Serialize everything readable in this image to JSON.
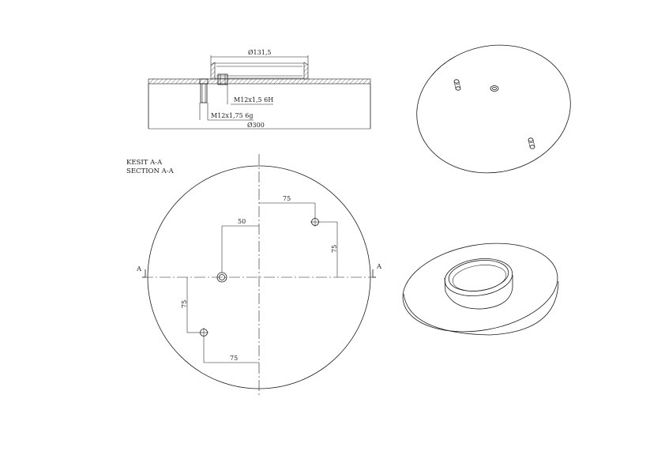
{
  "drawing": {
    "top_view": {
      "dim_top_diameter": "Ø131,5",
      "dim_outer_diameter": "Ø300",
      "thread_internal": "M12x1,5 6H",
      "thread_external": "M12x1,75 6g"
    },
    "plan_view": {
      "section_title_tr": "KESIT A-A",
      "section_title_en": "SECTION A-A",
      "section_mark_left": "A",
      "section_mark_right": "A",
      "dim_top_horizontal": "75",
      "dim_left_offset": "50",
      "dim_right_vertical": "75",
      "dim_left_vertical": "75",
      "dim_bottom_horizontal": "75"
    }
  },
  "colors": {
    "line": "#1a1a1a",
    "background": "#ffffff"
  }
}
